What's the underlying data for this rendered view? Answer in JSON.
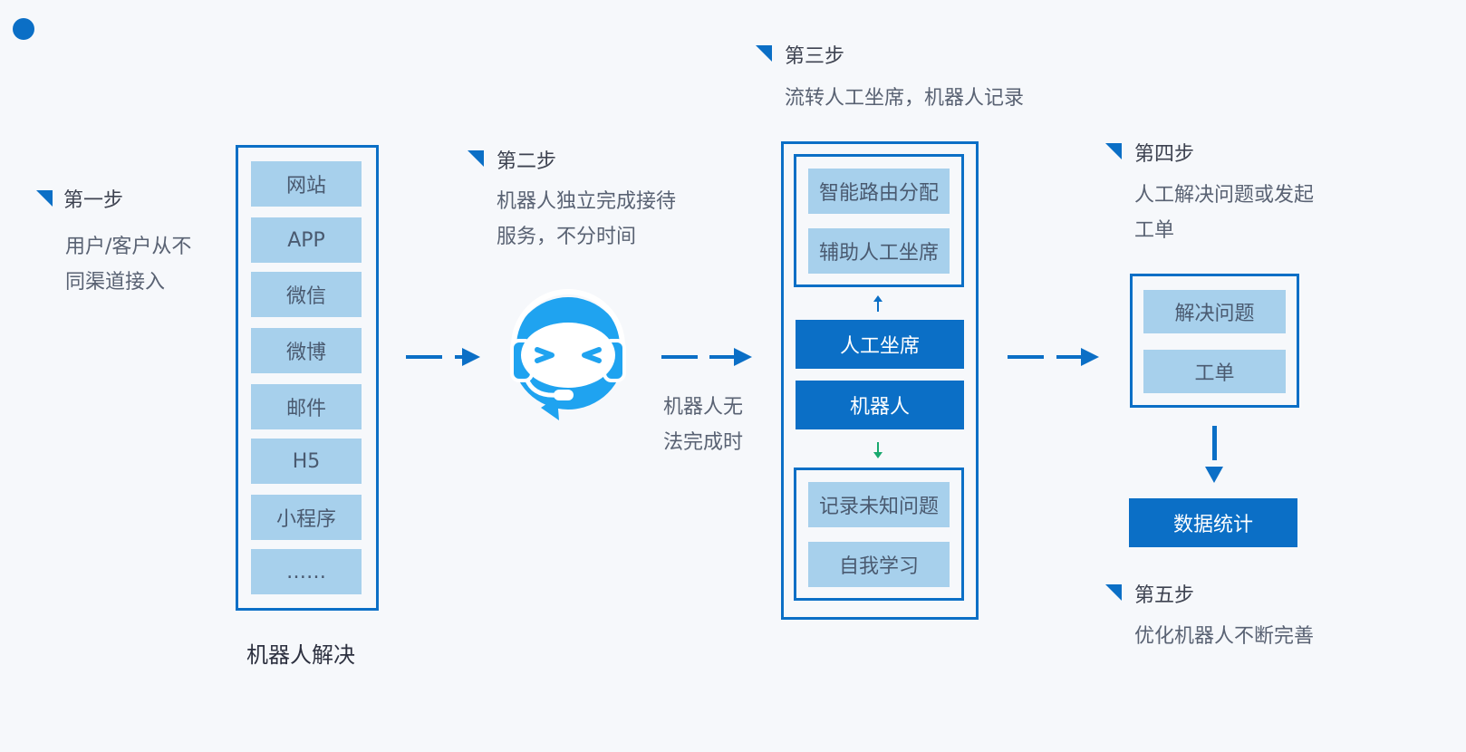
{
  "colors": {
    "primary": "#0b6fc6",
    "light": "#a7d0ec",
    "bot": "#1fa3f0",
    "green": "#19a86e"
  },
  "step1": {
    "title": "第一步",
    "desc": [
      "用户/客户从不",
      "同渠道接入"
    ]
  },
  "channels": [
    "网站",
    "APP",
    "微信",
    "微博",
    "邮件",
    "H5",
    "小程序",
    "……"
  ],
  "robot_caption": "机器人解决",
  "step2": {
    "title": "第二步",
    "desc": [
      "机器人独立完成接待",
      "服务，不分时间"
    ]
  },
  "fallback": [
    "机器人无",
    "法完成时"
  ],
  "step3": {
    "title": "第三步",
    "desc": "流转人工坐席，机器人记录"
  },
  "stage3": {
    "top": [
      "智能路由分配",
      "辅助人工坐席"
    ],
    "agent": "人工坐席",
    "robot": "机器人",
    "bottom": [
      "记录未知问题",
      "自我学习"
    ]
  },
  "step4": {
    "title": "第四步",
    "desc": [
      "人工解决问题或发起",
      "工单"
    ]
  },
  "resolve": [
    "解决问题",
    "工单"
  ],
  "stats": "数据统计",
  "step5": {
    "title": "第五步",
    "desc": "优化机器人不断完善"
  },
  "icons": {
    "bot": "robot-headset-icon"
  }
}
